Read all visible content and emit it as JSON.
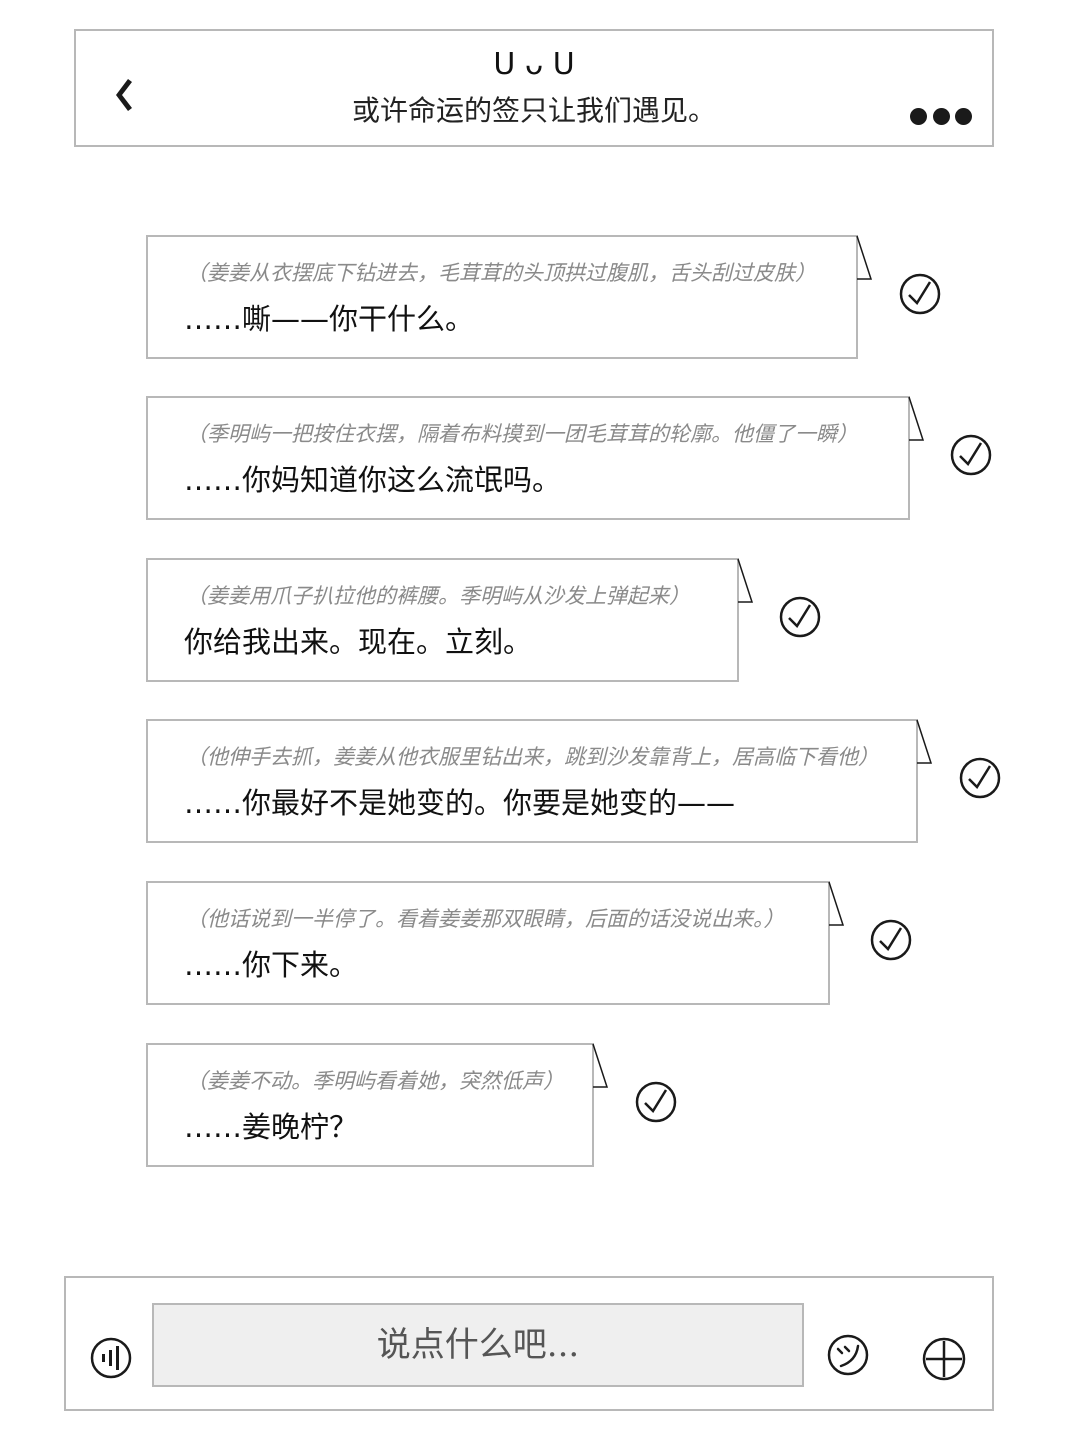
{
  "header": {
    "kaomoji": "ᑌ ᴗ ᑌ",
    "title": "或许命运的签只让我们遇见。"
  },
  "messages": [
    {
      "action": "（姜姜从衣摆底下钻进去，毛茸茸的头顶拱过腹肌，舌头刮过皮肤）",
      "speech": "……嘶——你干什么。"
    },
    {
      "action": "（季明屿一把按住衣摆，隔着布料摸到一团毛茸茸的轮廓。他僵了一瞬）",
      "speech": "……你妈知道你这么流氓吗。"
    },
    {
      "action": "（姜姜用爪子扒拉他的裤腰。季明屿从沙发上弹起来）",
      "speech": "你给我出来。现在。立刻。"
    },
    {
      "action": "（他伸手去抓，姜姜从他衣服里钻出来，跳到沙发靠背上，居高临下看他）",
      "speech": "……你最好不是她变的。你要是她变的——"
    },
    {
      "action": "（他话说到一半停了。看着姜姜那双眼睛，后面的话没说出来。）",
      "speech": "……你下来。"
    },
    {
      "action": "（姜姜不动。季明屿看着她，突然低声）",
      "speech": "……姜晚柠？"
    }
  ],
  "input_bar": {
    "placeholder": "说点什么吧..."
  },
  "icons": {
    "back": "chevron-left-icon",
    "more": "more-dots-icon",
    "check": "check-circle-icon",
    "voice": "voice-icon",
    "emoji": "emoji-icon",
    "plus": "plus-circle-icon"
  }
}
